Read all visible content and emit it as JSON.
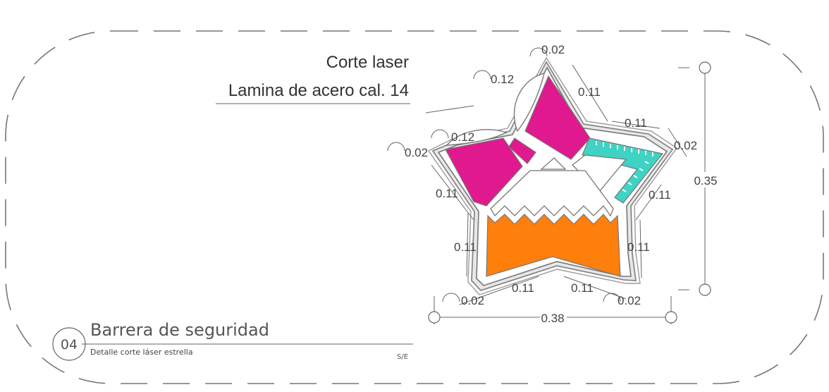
{
  "header": {
    "line1": "Corte laser",
    "line2": "Lamina de acero cal. 14"
  },
  "footer": {
    "number": "04",
    "title": "Barrera de seguridad",
    "subtitle": "Detalle corte láser estrella",
    "scale": "S/E"
  },
  "dimensions": {
    "total_width": "0.38",
    "total_height": "0.35",
    "top": "0.02",
    "upper_left_a": "0.12",
    "upper_left_b": "0.12",
    "left_point": "0.02",
    "right_point": "0.02",
    "edge_top_right_1": "0.11",
    "edge_top_right_2": "0.11",
    "edge_left": "0.11",
    "edge_right": "0.11",
    "lower_left": "0.11",
    "lower_right": "0.11",
    "bottom_left_edge": "0.11",
    "bottom_right_edge": "0.11",
    "bottom_left_point": "0.02",
    "bottom_right_point": "0.02"
  },
  "colors": {
    "magenta": "#e0198f",
    "turquoise": "#3ed3c3",
    "orange": "#ff7f0d",
    "outline_gray": "#8a8a8a"
  }
}
